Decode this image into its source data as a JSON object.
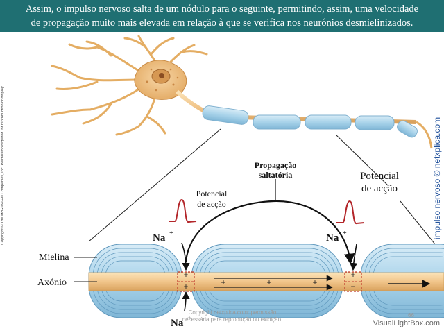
{
  "banner": {
    "line1": "Assim, o impulso nervoso salta de um nódulo para o seguinte, permitindo, assim, uma velocidade",
    "line2": "de propagação muito mais elevada em relação à que se verifica nos neurónios desmielinizados."
  },
  "labels": {
    "propagation_line1": "Propagação",
    "propagation_line2": "saltatória",
    "potential_line1": "Potencial",
    "potential_line2": "de acção",
    "myelin": "Mielina",
    "axon": "Axónio",
    "na": "Na",
    "plus": "+",
    "minus": "−"
  },
  "credits": {
    "side_copyright": "Copyright © The McGraw-Hill Companies, Inc. Permission required for reproduction or display.",
    "side_brand": "impulso nervoso © netxplica.com",
    "bottom_copyright_line1": "Copyright netxplica.com: permissão",
    "bottom_copyright_line2": "necessária para reprodução ou exibição.",
    "page_number": "66",
    "watermark": "VisualLightBox.com"
  },
  "colors": {
    "banner_bg": "#1f6f72",
    "myelin": "#a9d3ea",
    "axon": "#f1c58a",
    "neuron_body": "#f3c98c",
    "action_potential": "#b3262a",
    "brand_text": "#1e4f9a"
  }
}
